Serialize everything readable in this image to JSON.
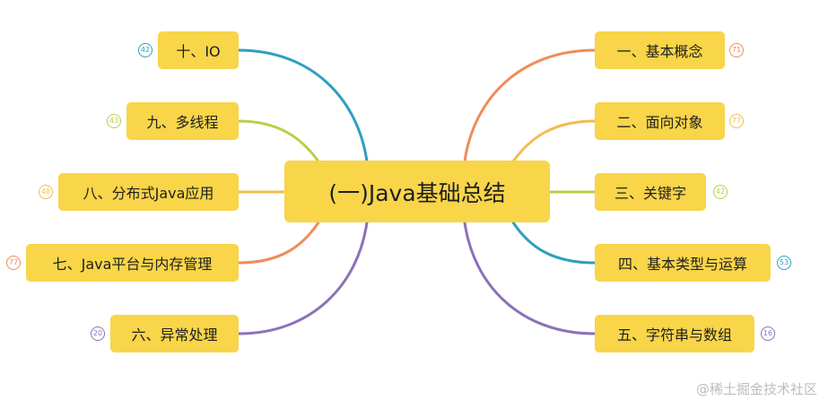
{
  "mindmap": {
    "center": {
      "label": "(一)Java基础总结"
    },
    "branches": [
      {
        "label": "一、基本概念",
        "badge": "71",
        "color": "#ef8c5a"
      },
      {
        "label": "二、面向对象",
        "badge": "77",
        "color": "#f2bc4e"
      },
      {
        "label": "三、关键字",
        "badge": "42",
        "color": "#b9ce4a"
      },
      {
        "label": "四、基本类型与运算",
        "badge": "53",
        "color": "#2e9fc0"
      },
      {
        "label": "五、字符串与数组",
        "badge": "16",
        "color": "#8a72b8"
      },
      {
        "label": "十、IO",
        "badge": "42",
        "color": "#2e9fc0"
      },
      {
        "label": "九、多线程",
        "badge": "43",
        "color": "#b9ce4a"
      },
      {
        "label": "八、分布式Java应用",
        "badge": "48",
        "color": "#f2bc4e"
      },
      {
        "label": "七、Java平台与内存管理",
        "badge": "77",
        "color": "#ef8c5a"
      },
      {
        "label": "六、异常处理",
        "badge": "20",
        "color": "#8a72b8"
      }
    ]
  },
  "watermark": "@稀土掘金技术社区"
}
